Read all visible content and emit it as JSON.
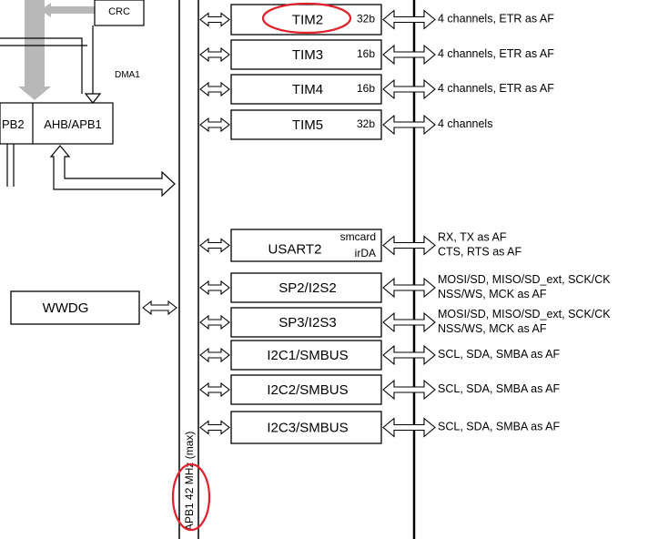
{
  "colors": {
    "line": "#000000",
    "dma_arrow": "#b8b8b8",
    "highlight": "#e0202a",
    "background": "#ffffff"
  },
  "top": {
    "crc": "CRC",
    "dma": "DMA1",
    "apb2": "PB2",
    "ahb_apb1": "AHB/APB1"
  },
  "bus": {
    "label": "APB1 42 MHz (max)"
  },
  "wwdg": {
    "label": "WWDG"
  },
  "peripherals": [
    {
      "name": "TIM2",
      "tag": "32b",
      "af": [
        "4 channels, ETR as AF"
      ]
    },
    {
      "name": "TIM3",
      "tag": "16b",
      "af": [
        "4 channels, ETR as AF"
      ]
    },
    {
      "name": "TIM4",
      "tag": "16b",
      "af": [
        "4 channels, ETR as AF"
      ]
    },
    {
      "name": "TIM5",
      "tag": "32b",
      "af": [
        "4 channels"
      ]
    },
    {
      "name": "USART2",
      "tag": "smcard",
      "tag2": "irDA",
      "af": [
        "RX, TX as AF",
        "CTS, RTS as AF"
      ]
    },
    {
      "name": "SP2/I2S2",
      "af": [
        "MOSI/SD, MISO/SD_ext, SCK/CK",
        "NSS/WS, MCK as AF"
      ]
    },
    {
      "name": "SP3/I2S3",
      "af": [
        "MOSI/SD, MISO/SD_ext, SCK/CK",
        "NSS/WS, MCK as AF"
      ]
    },
    {
      "name": "I2C1/SMBUS",
      "af": [
        "SCL, SDA, SMBA as AF"
      ]
    },
    {
      "name": "I2C2/SMBUS",
      "af": [
        "SCL, SDA, SMBA as AF"
      ]
    },
    {
      "name": "I2C3/SMBUS",
      "af": [
        "SCL, SDA, SMBA as AF"
      ]
    }
  ]
}
